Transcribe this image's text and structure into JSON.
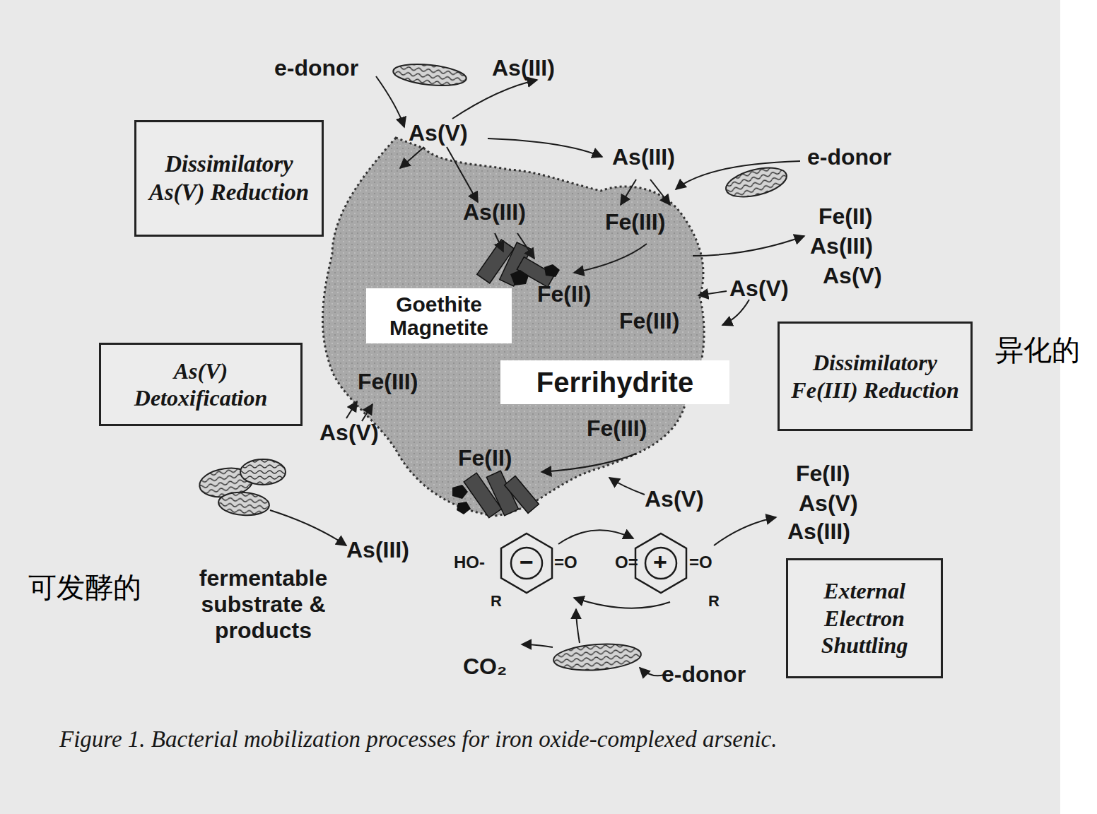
{
  "diagram": {
    "caption": "Figure 1. Bacterial mobilization processes for iron oxide-complexed arsenic.",
    "nodes": [
      {
        "text": [
          "Dissimilatory As(V) Reduction"
        ]
      },
      {
        "text": [
          "Goethite Magnetite"
        ]
      },
      {
        "text": [
          "Dissimilatory Fe(III) Reduction"
        ]
      },
      {
        "text": [
          "As(V) Detoxification"
        ]
      },
      {
        "text": [
          "Ferrihydrite"
        ]
      },
      {
        "text": [
          "External Electron Shuttling"
        ]
      }
    ],
    "labels": [
      "e-donor",
      "As(III)",
      "As(V)",
      "As(III)",
      "e-donor",
      "As(III)",
      "Fe(III)",
      "Fe(II)",
      "As(III)",
      "As(V)",
      "As(V)",
      "Fe(II)",
      "Fe(III)",
      "Fe(III)",
      "As(V)",
      "Fe(III)",
      "Fe(II)",
      "Fe(II)",
      "As(V)",
      "As(V)",
      "As(III)",
      "As(III)",
      "HO-",
      "−",
      "=O",
      "O=",
      "+",
      "=O",
      "R",
      "R",
      "fermentable substrate & products",
      "CO₂",
      "e-donor",
      "异化的",
      "可发酵的"
    ]
  }
}
